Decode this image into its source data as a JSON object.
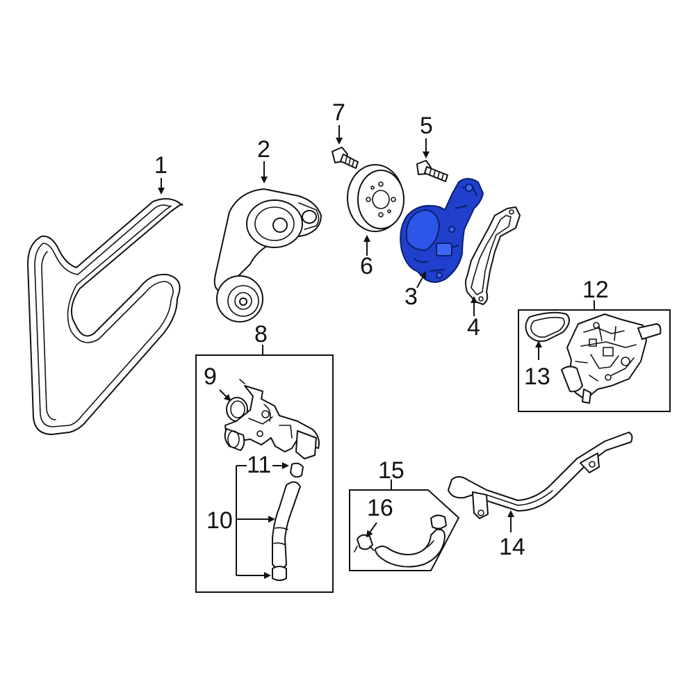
{
  "colors": {
    "line": "#111111",
    "highlight": "#1f3fcc",
    "highlight_dark": "#0a1f6b",
    "background": "#ffffff"
  },
  "callouts": {
    "c1": "1",
    "c2": "2",
    "c3": "3",
    "c4": "4",
    "c5": "5",
    "c6": "6",
    "c7": "7",
    "c8": "8",
    "c9": "9",
    "c10": "10",
    "c11": "11",
    "c12": "12",
    "c13": "13",
    "c14": "14",
    "c15": "15",
    "c16": "16"
  },
  "highlighted_part": "3"
}
